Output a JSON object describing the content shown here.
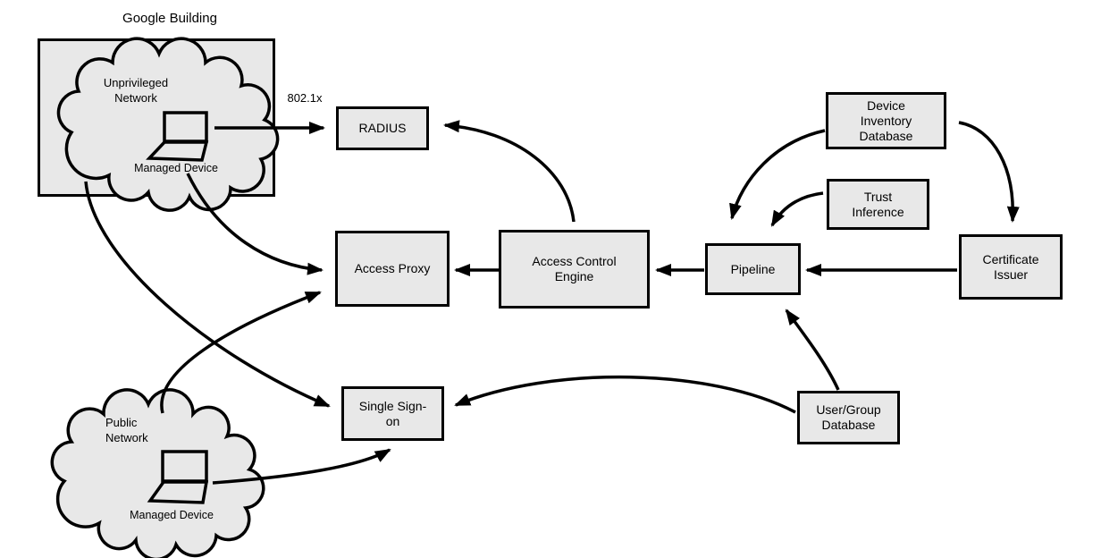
{
  "title": "Google Building",
  "colors": {
    "node_fill": "#e8e8e8",
    "stroke": "#000000",
    "background": "#ffffff"
  },
  "clouds": {
    "unprivileged": {
      "label": "Unprivileged\nNetwork",
      "device_label": "Managed Device"
    },
    "public": {
      "label": "Public\nNetwork",
      "device_label": "Managed Device"
    }
  },
  "nodes": {
    "radius": {
      "label": "RADIUS"
    },
    "access_proxy": {
      "label": "Access Proxy"
    },
    "access_control_engine": {
      "label": "Access Control\nEngine"
    },
    "pipeline": {
      "label": "Pipeline"
    },
    "device_inventory_database": {
      "label": "Device\nInventory\nDatabase"
    },
    "trust_inference": {
      "label": "Trust\nInference"
    },
    "certificate_issuer": {
      "label": "Certificate\nIssuer"
    },
    "single_sign_on": {
      "label": "Single Sign-\non"
    },
    "user_group_database": {
      "label": "User/Group\nDatabase"
    }
  },
  "edges": [
    {
      "from": "managed-device-unprivileged",
      "to": "radius",
      "label": "802.1x"
    },
    {
      "from": "access-control-engine",
      "to": "radius",
      "label": ""
    },
    {
      "from": "access-control-engine",
      "to": "access-proxy",
      "label": ""
    },
    {
      "from": "pipeline",
      "to": "access-control-engine",
      "label": ""
    },
    {
      "from": "certificate-issuer",
      "to": "pipeline",
      "label": ""
    },
    {
      "from": "device-inventory-database",
      "to": "pipeline",
      "label": ""
    },
    {
      "from": "trust-inference",
      "to": "pipeline",
      "label": ""
    },
    {
      "from": "device-inventory-database",
      "to": "certificate-issuer",
      "label": ""
    },
    {
      "from": "user-group-database",
      "to": "pipeline",
      "label": ""
    },
    {
      "from": "user-group-database",
      "to": "single-sign-on",
      "label": ""
    },
    {
      "from": "managed-device-unprivileged",
      "to": "access-proxy",
      "label": ""
    },
    {
      "from": "managed-device-unprivileged",
      "to": "single-sign-on",
      "label": ""
    },
    {
      "from": "managed-device-public",
      "to": "access-proxy",
      "label": ""
    },
    {
      "from": "managed-device-public",
      "to": "single-sign-on",
      "label": ""
    }
  ]
}
